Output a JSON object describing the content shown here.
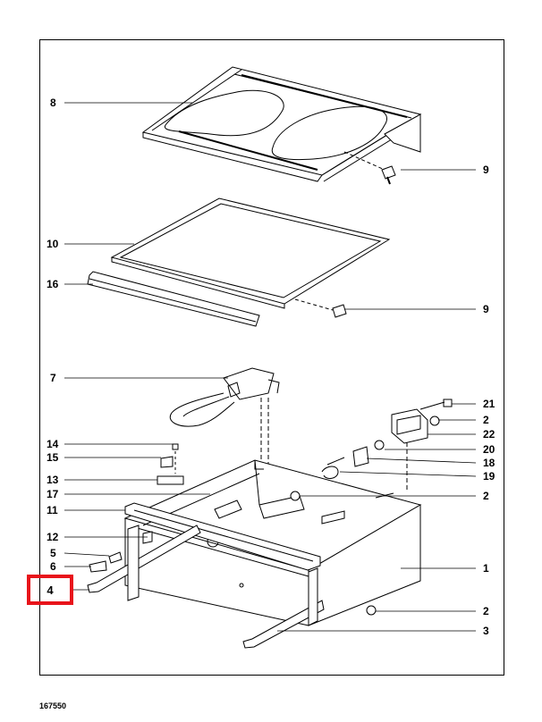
{
  "document_id": "167550",
  "highlight": {
    "label": "4",
    "color": "#e8141b"
  },
  "callouts": [
    "8",
    "9",
    "9",
    "10",
    "16",
    "7",
    "21",
    "2",
    "22",
    "20",
    "14",
    "15",
    "18",
    "19",
    "13",
    "17",
    "2",
    "11",
    "12",
    "5",
    "6",
    "1",
    "2",
    "3"
  ]
}
